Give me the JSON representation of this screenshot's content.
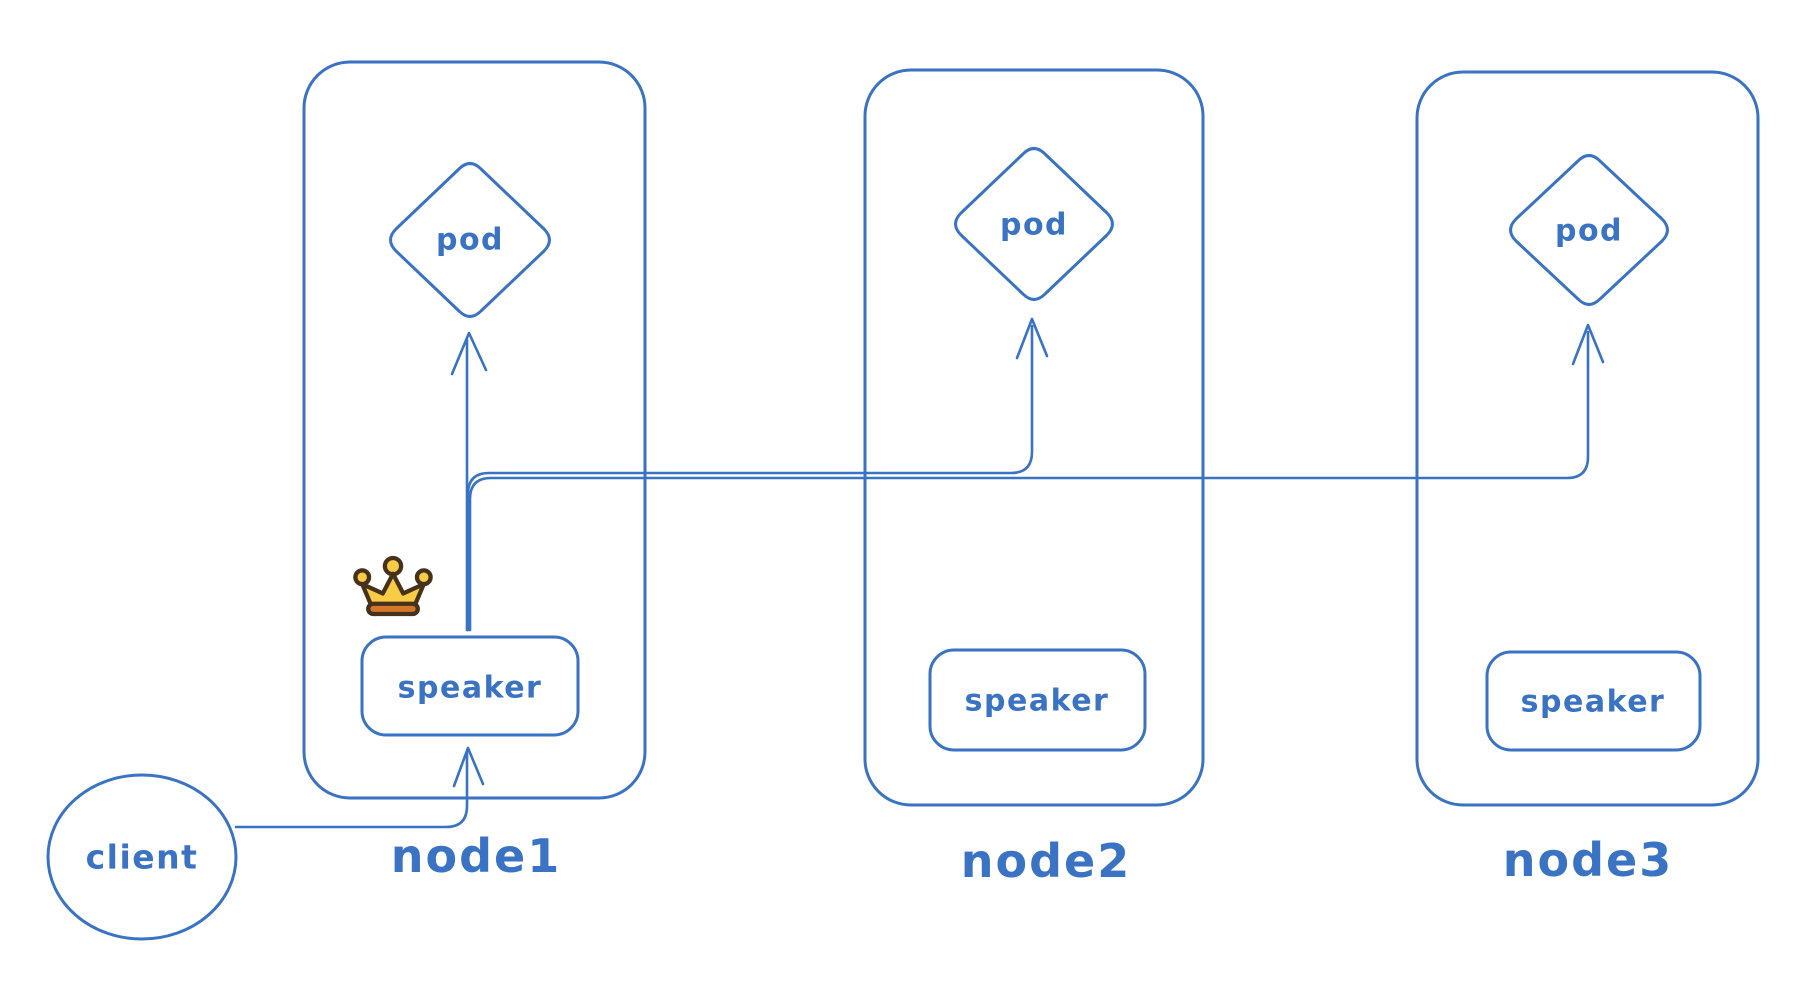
{
  "canvas": {
    "background": "#ffffff",
    "ink_color": "#3a72c4"
  },
  "client": {
    "label": "client"
  },
  "nodes": [
    {
      "label": "node1",
      "pod": "pod",
      "speaker": "speaker",
      "leader": true
    },
    {
      "label": "node2",
      "pod": "pod",
      "speaker": "speaker",
      "leader": false
    },
    {
      "label": "node3",
      "pod": "pod",
      "speaker": "speaker",
      "leader": false
    }
  ],
  "crown": {
    "name": "crown-icon",
    "gold": "#f9cc45",
    "base": "#d2762b",
    "outline": "#46311b"
  },
  "edges": [
    {
      "from": "client",
      "to": "node1-speaker"
    },
    {
      "from": "node1-speaker",
      "to": "node1-pod"
    },
    {
      "from": "node1-speaker",
      "to": "node2-pod"
    },
    {
      "from": "node1-speaker",
      "to": "node3-pod"
    }
  ]
}
